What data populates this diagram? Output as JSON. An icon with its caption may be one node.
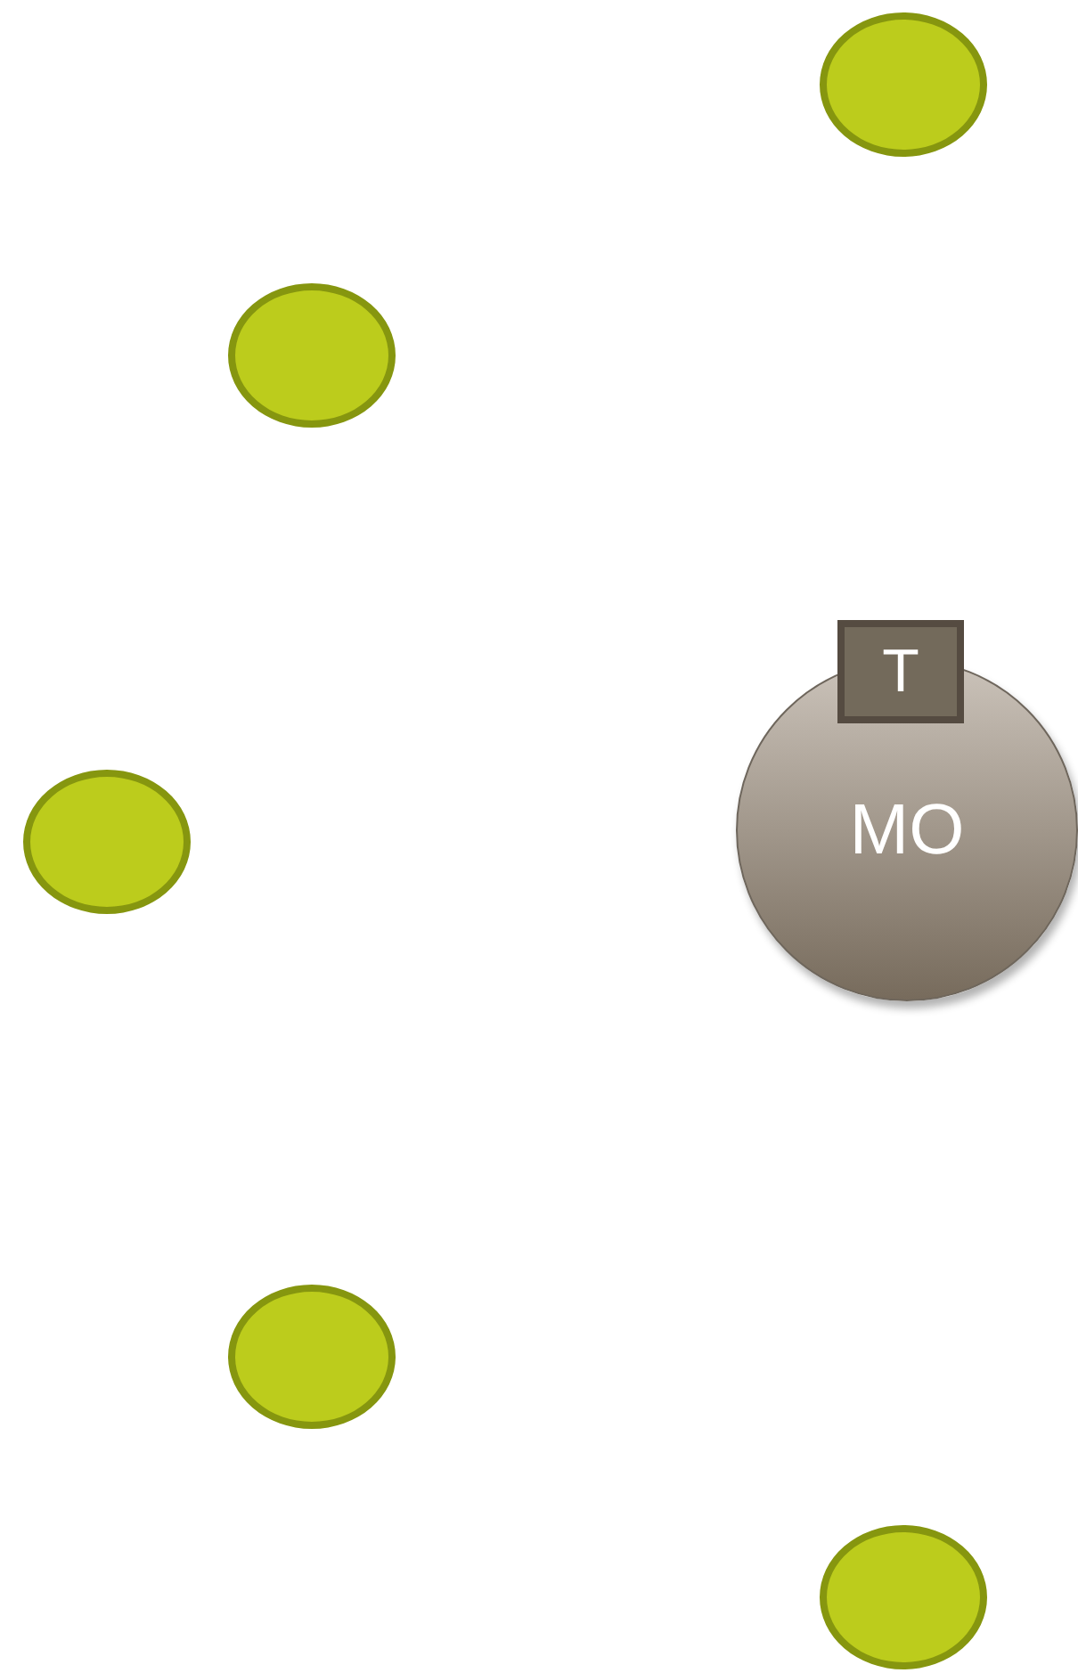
{
  "diagram": {
    "nodes": [
      {
        "text": [],
        "shape": "circle"
      },
      {
        "text": [],
        "shape": "circle"
      },
      {
        "text": [
          "T"
        ]
      },
      {
        "text": [
          "MO"
        ]
      },
      {
        "text": [],
        "shape": "circle"
      },
      {
        "text": [],
        "shape": "circle"
      },
      {
        "text": [],
        "shape": "circle"
      }
    ]
  }
}
